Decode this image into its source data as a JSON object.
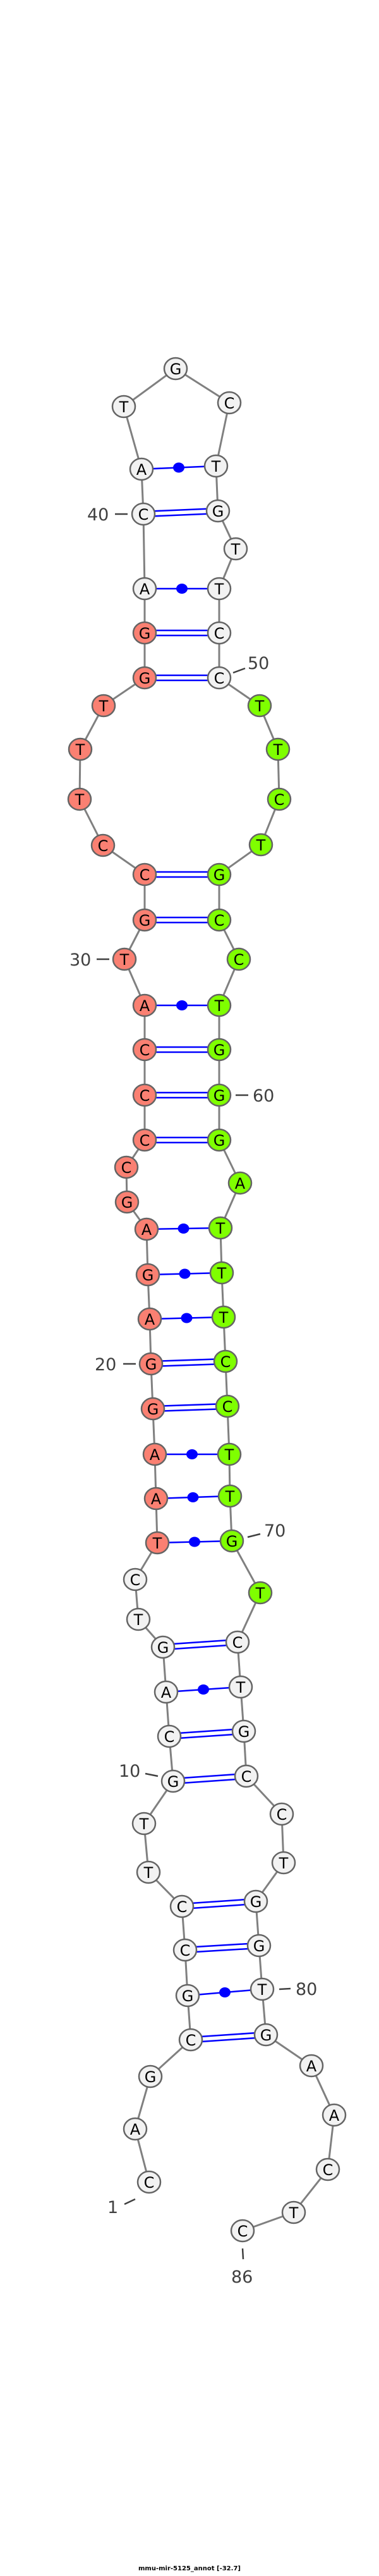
{
  "title": "mmu-mir-5125_annot [-32.7]",
  "sequence": [
    "C",
    "A",
    "G",
    "C",
    "G",
    "C",
    "C",
    "T",
    "T",
    "G",
    "C",
    "A",
    "G",
    "T",
    "C",
    "T",
    "A",
    "A",
    "G",
    "G",
    "A",
    "G",
    "A",
    "G",
    "C",
    "C",
    "C",
    "C",
    "A",
    "T",
    "G",
    "C",
    "C",
    "T",
    "T",
    "T",
    "G",
    "G",
    "A",
    "C",
    "A",
    "T",
    "G",
    "C",
    "T",
    "G",
    "T",
    "T",
    "C",
    "C",
    "T",
    "T",
    "C",
    "T",
    "G",
    "C",
    "C",
    "T",
    "G",
    "G",
    "G",
    "A",
    "T",
    "T",
    "T",
    "C",
    "C",
    "T",
    "T",
    "G",
    "T",
    "C",
    "T",
    "G",
    "C",
    "C",
    "T",
    "G",
    "G",
    "T",
    "G",
    "A",
    "A",
    "C",
    "T",
    "C"
  ],
  "colors": {
    "default": "#f2f2f2",
    "red_region": "#fa8072",
    "green_region": "#7fff00",
    "pair_line": "#0000ff",
    "backbone": "#808080",
    "outline": "#646464"
  },
  "regions": [
    {
      "name": "red",
      "start": 16,
      "end": 38,
      "color_key": "red_region"
    },
    {
      "name": "green",
      "start": 51,
      "end": 71,
      "color_key": "green_region"
    }
  ],
  "pairs": [
    [
      4,
      81
    ],
    [
      5,
      80
    ],
    [
      6,
      79
    ],
    [
      7,
      78
    ],
    [
      10,
      75
    ],
    [
      11,
      74
    ],
    [
      12,
      73
    ],
    [
      13,
      72
    ],
    [
      16,
      70
    ],
    [
      17,
      69
    ],
    [
      18,
      68
    ],
    [
      19,
      67
    ],
    [
      20,
      66
    ],
    [
      21,
      65
    ],
    [
      22,
      64
    ],
    [
      23,
      63
    ],
    [
      26,
      61
    ],
    [
      27,
      60
    ],
    [
      28,
      59
    ],
    [
      29,
      58
    ],
    [
      31,
      56
    ],
    [
      32,
      55
    ],
    [
      37,
      50
    ],
    [
      38,
      49
    ],
    [
      39,
      48
    ],
    [
      40,
      46
    ],
    [
      41,
      45
    ]
  ],
  "position_labels": [
    {
      "index": 1,
      "text": "1"
    },
    {
      "index": 10,
      "text": "10"
    },
    {
      "index": 20,
      "text": "20"
    },
    {
      "index": 30,
      "text": "30"
    },
    {
      "index": 40,
      "text": "40"
    },
    {
      "index": 50,
      "text": "50"
    },
    {
      "index": 60,
      "text": "60"
    },
    {
      "index": 70,
      "text": "70"
    },
    {
      "index": 80,
      "text": "80"
    },
    {
      "index": 86,
      "text": "86"
    }
  ]
}
